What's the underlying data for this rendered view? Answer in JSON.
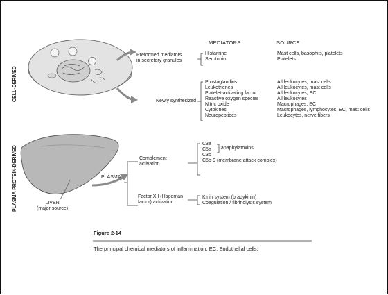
{
  "side_labels": {
    "cell_derived": "CELL-DERIVED",
    "plasma_derived": "PLASMA PROTEIN-DERIVED"
  },
  "headers": {
    "mediators": "MEDIATORS",
    "source": "SOURCE"
  },
  "cell": {
    "preformed_line1": "Preformed mediators",
    "preformed_line2": "in secretory granules",
    "newly": "Newly synthesized"
  },
  "preformed_mediators": [
    "Histamine",
    "Serotonin"
  ],
  "preformed_sources": [
    "Mast cells, basophils, platelets",
    "Platelets"
  ],
  "new_mediators": [
    "Prostaglandins",
    "Leukotrienes",
    "Platelet-activating factor",
    "Reactive oxygen species",
    "Nitric oxide",
    "Cytokines",
    "Neuropeptides"
  ],
  "new_sources": [
    "All leukocytes, mast cells",
    "All leukocytes, mast cells",
    "All leukocytes, EC",
    "All leukocytes",
    "Macrophages, EC",
    "Macrophages, lymphocytes, EC, mast cells",
    "Leukocytes, nerve fibers"
  ],
  "plasma": {
    "label": "PLASMA",
    "liver_line1": "LIVER",
    "liver_line2": "(major source)",
    "complement_line1": "Complement",
    "complement_line2": "activation",
    "factor_line1": "Factor XII (Hageman",
    "factor_line2": "factor) activation"
  },
  "complement_items": [
    "C3a",
    "C5a",
    "C3b",
    "C5b-9 (membrane attack complex)"
  ],
  "anaphylatoxins": "anaphylatoxins",
  "factor_items": [
    "Kinin system (bradykinin)",
    "Coagulation / fibrinolysis system"
  ],
  "figure": {
    "label": "Figure 2-14",
    "caption": "The principal chemical mediators of inflammation. EC, Endothelial cells."
  }
}
